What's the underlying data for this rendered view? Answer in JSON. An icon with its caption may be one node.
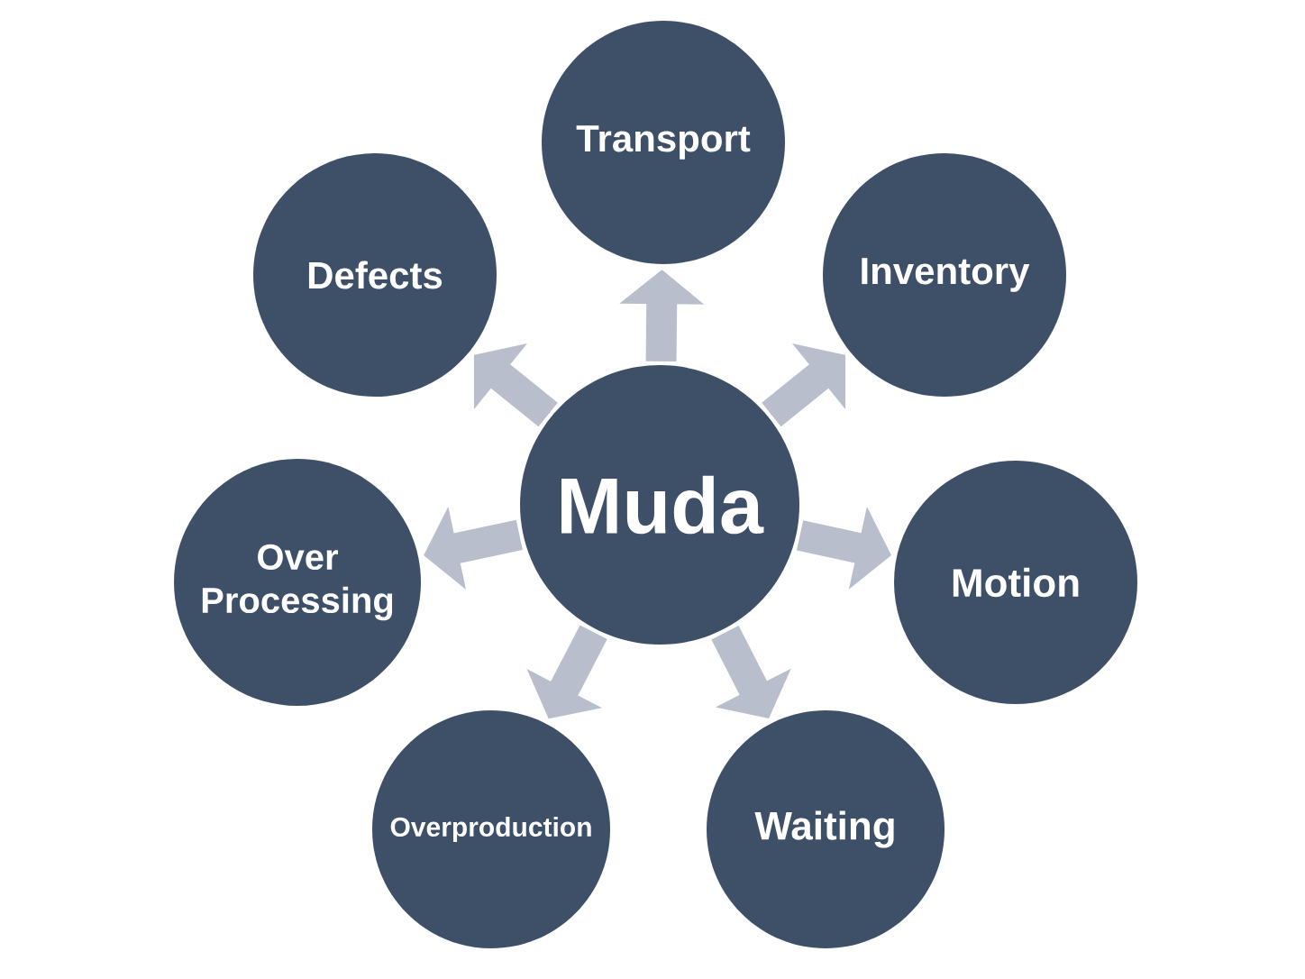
{
  "diagram": {
    "nodes": [
      {
        "text": [
          "Muda"
        ]
      },
      {
        "text": [
          "Transport"
        ]
      },
      {
        "text": [
          "Inventory"
        ]
      },
      {
        "text": [
          "Motion"
        ]
      },
      {
        "text": [
          "Waiting"
        ]
      },
      {
        "text": [
          "Overproduction"
        ]
      },
      {
        "text": [
          "Over Processing"
        ]
      },
      {
        "text": [
          "Defects"
        ]
      }
    ],
    "edges": [
      {
        "from": 0,
        "to": 1,
        "arrow": "to"
      },
      {
        "from": 0,
        "to": 2,
        "arrow": "to"
      },
      {
        "from": 0,
        "to": 3,
        "arrow": "to"
      },
      {
        "from": 0,
        "to": 4,
        "arrow": "to"
      },
      {
        "from": 0,
        "to": 5,
        "arrow": "to"
      },
      {
        "from": 0,
        "to": 6,
        "arrow": "to"
      },
      {
        "from": 0,
        "to": 7,
        "arrow": "to"
      }
    ]
  }
}
